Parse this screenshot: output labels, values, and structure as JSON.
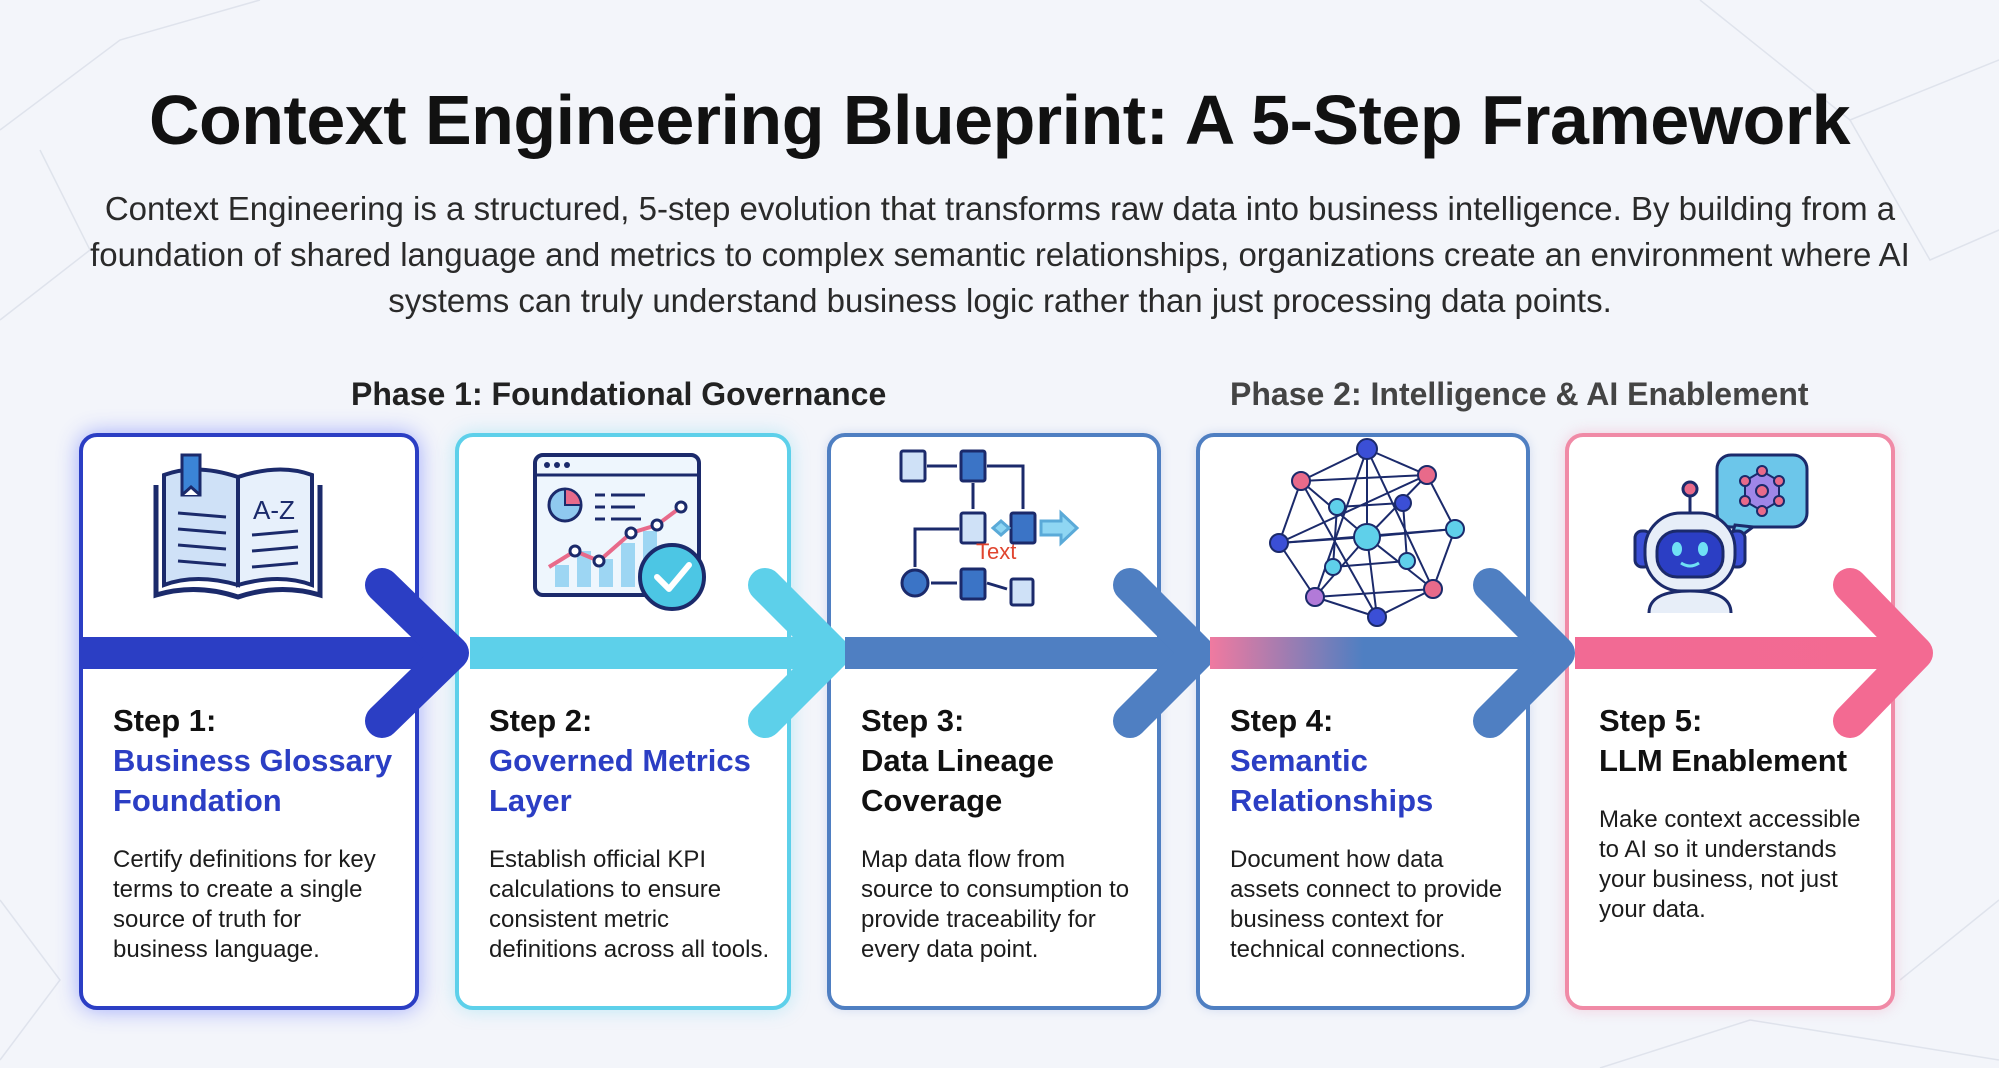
{
  "title": "Context Engineering Blueprint: A 5-Step Framework",
  "subtitle": "Context Engineering is a structured, 5-step evolution that transforms raw data into business intelligence. By building from a foundation of shared language and metrics to complex semantic relationships, organizations create an environment where AI systems can truly understand business logic rather than just processing data points.",
  "phases": [
    "Phase 1: Foundational Governance",
    "Phase 2: Intelligence & AI Enablement"
  ],
  "steps": [
    {
      "number": "Step 1:",
      "title": "Business Glossary Foundation",
      "description": "Certify definitions for key terms to create a single source of truth for business language.",
      "color": "#2b3ec4",
      "icon": "glossary-book-icon",
      "icon_text": "A-Z"
    },
    {
      "number": "Step 2:",
      "title": "Governed Metrics Layer",
      "description": "Establish official KPI calculations to ensure consistent metric definitions across all tools.",
      "color": "#2b3ec4",
      "icon": "metrics-dashboard-icon"
    },
    {
      "number": "Step 3:",
      "title": "Data Lineage Coverage",
      "description": "Map data flow from source to consumption to provide traceability for every data point.",
      "color": "#111111",
      "icon": "data-flow-icon",
      "icon_text": "Text"
    },
    {
      "number": "Step 4:",
      "title": "Semantic Relationships",
      "description": "Document how data assets connect to provide business context for technical connections.",
      "color": "#2b3ec4",
      "icon": "network-graph-icon"
    },
    {
      "number": "Step 5:",
      "title": "LLM Enablement",
      "description": "Make context accessible to AI so it understands your business, not just your data.",
      "color": "#111111",
      "icon": "robot-icon"
    }
  ],
  "colors": {
    "step1": "#2b3ec4",
    "step2": "#5dd0ea",
    "step3": "#4f7fc2",
    "step4": "#4f7fc2",
    "step5": "#f08aa6",
    "step4_arrow_start": "#f07aa0"
  }
}
